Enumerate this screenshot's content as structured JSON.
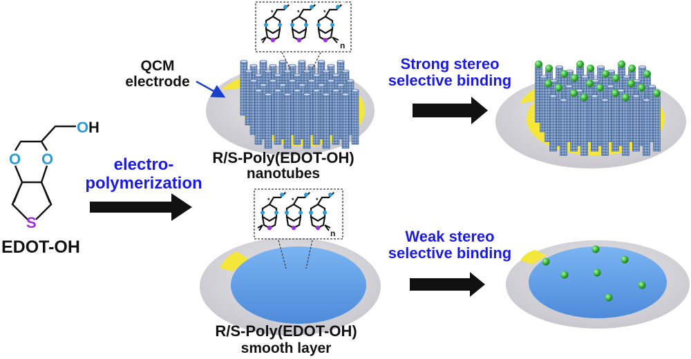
{
  "molecule": {
    "name": "EDOT-OH",
    "atoms": {
      "oxygen": "O",
      "sulfur": "S",
      "hydroxyl_o": "O",
      "hydroxyl_h": "H"
    }
  },
  "process": {
    "step1_line1": "electro-",
    "step1_line2": "polymerization"
  },
  "top_panel": {
    "electrode_label_line1": "QCM",
    "electrode_label_line2": "electrode",
    "film_label_line1": "R/S-Poly(EDOT-OH)",
    "film_label_line2": "nanotubes",
    "binding_line1": "Strong stereo",
    "binding_line2": "selective binding",
    "repeat_unit_subscript": "n"
  },
  "bottom_panel": {
    "film_label_line1": "R/S-Poly(EDOT-OH)",
    "film_label_line2": "smooth layer",
    "binding_line1": "Weak stereo",
    "binding_line2": "selective binding",
    "repeat_unit_subscript": "n"
  },
  "colors": {
    "label_blue": "#1a1ae6",
    "oxygen": "#2b9bd8",
    "sulfur": "#9b30d9",
    "electrode_gold": "#f5e63a",
    "disk_gray": "#d4d4d8",
    "film_blue": "#5b9be6",
    "nanotube": "#5a78a8",
    "analyte_green": "#3fbf3f"
  }
}
